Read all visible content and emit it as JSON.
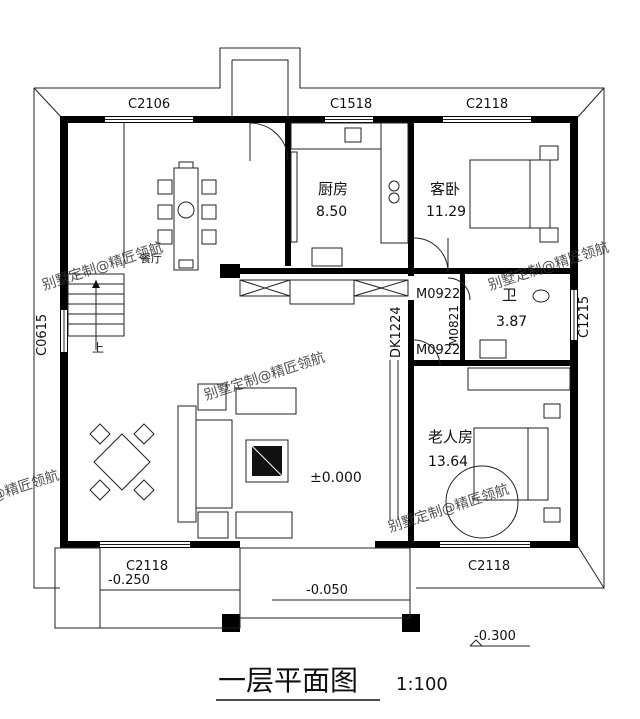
{
  "title": "一层平面图",
  "scale": "1:100",
  "rooms": {
    "kitchen": {
      "name": "厨房",
      "area": "8.50"
    },
    "guest_bedroom": {
      "name": "客卧",
      "area": "11.29"
    },
    "bathroom": {
      "name": "卫",
      "area": "3.87"
    },
    "elder_room": {
      "name": "老人房",
      "area": "13.64"
    },
    "dining": {
      "name": "餐厅"
    }
  },
  "windows": {
    "top_left": "C2106",
    "top_mid": "C1518",
    "top_right": "C2118",
    "left": "C0615",
    "right": "C1215",
    "bottom_left": "C2118",
    "bottom_right": "C2118"
  },
  "doors": {
    "m1": "M0922",
    "m2": "M0821",
    "m3": "M0922",
    "dk": "DK1224"
  },
  "stair_label": "上",
  "elevations": {
    "floor": "±0.000",
    "porch_left": "-0.250",
    "porch": "-0.050",
    "ground": "-0.300"
  },
  "watermark": "别墅定制@精匠领航"
}
